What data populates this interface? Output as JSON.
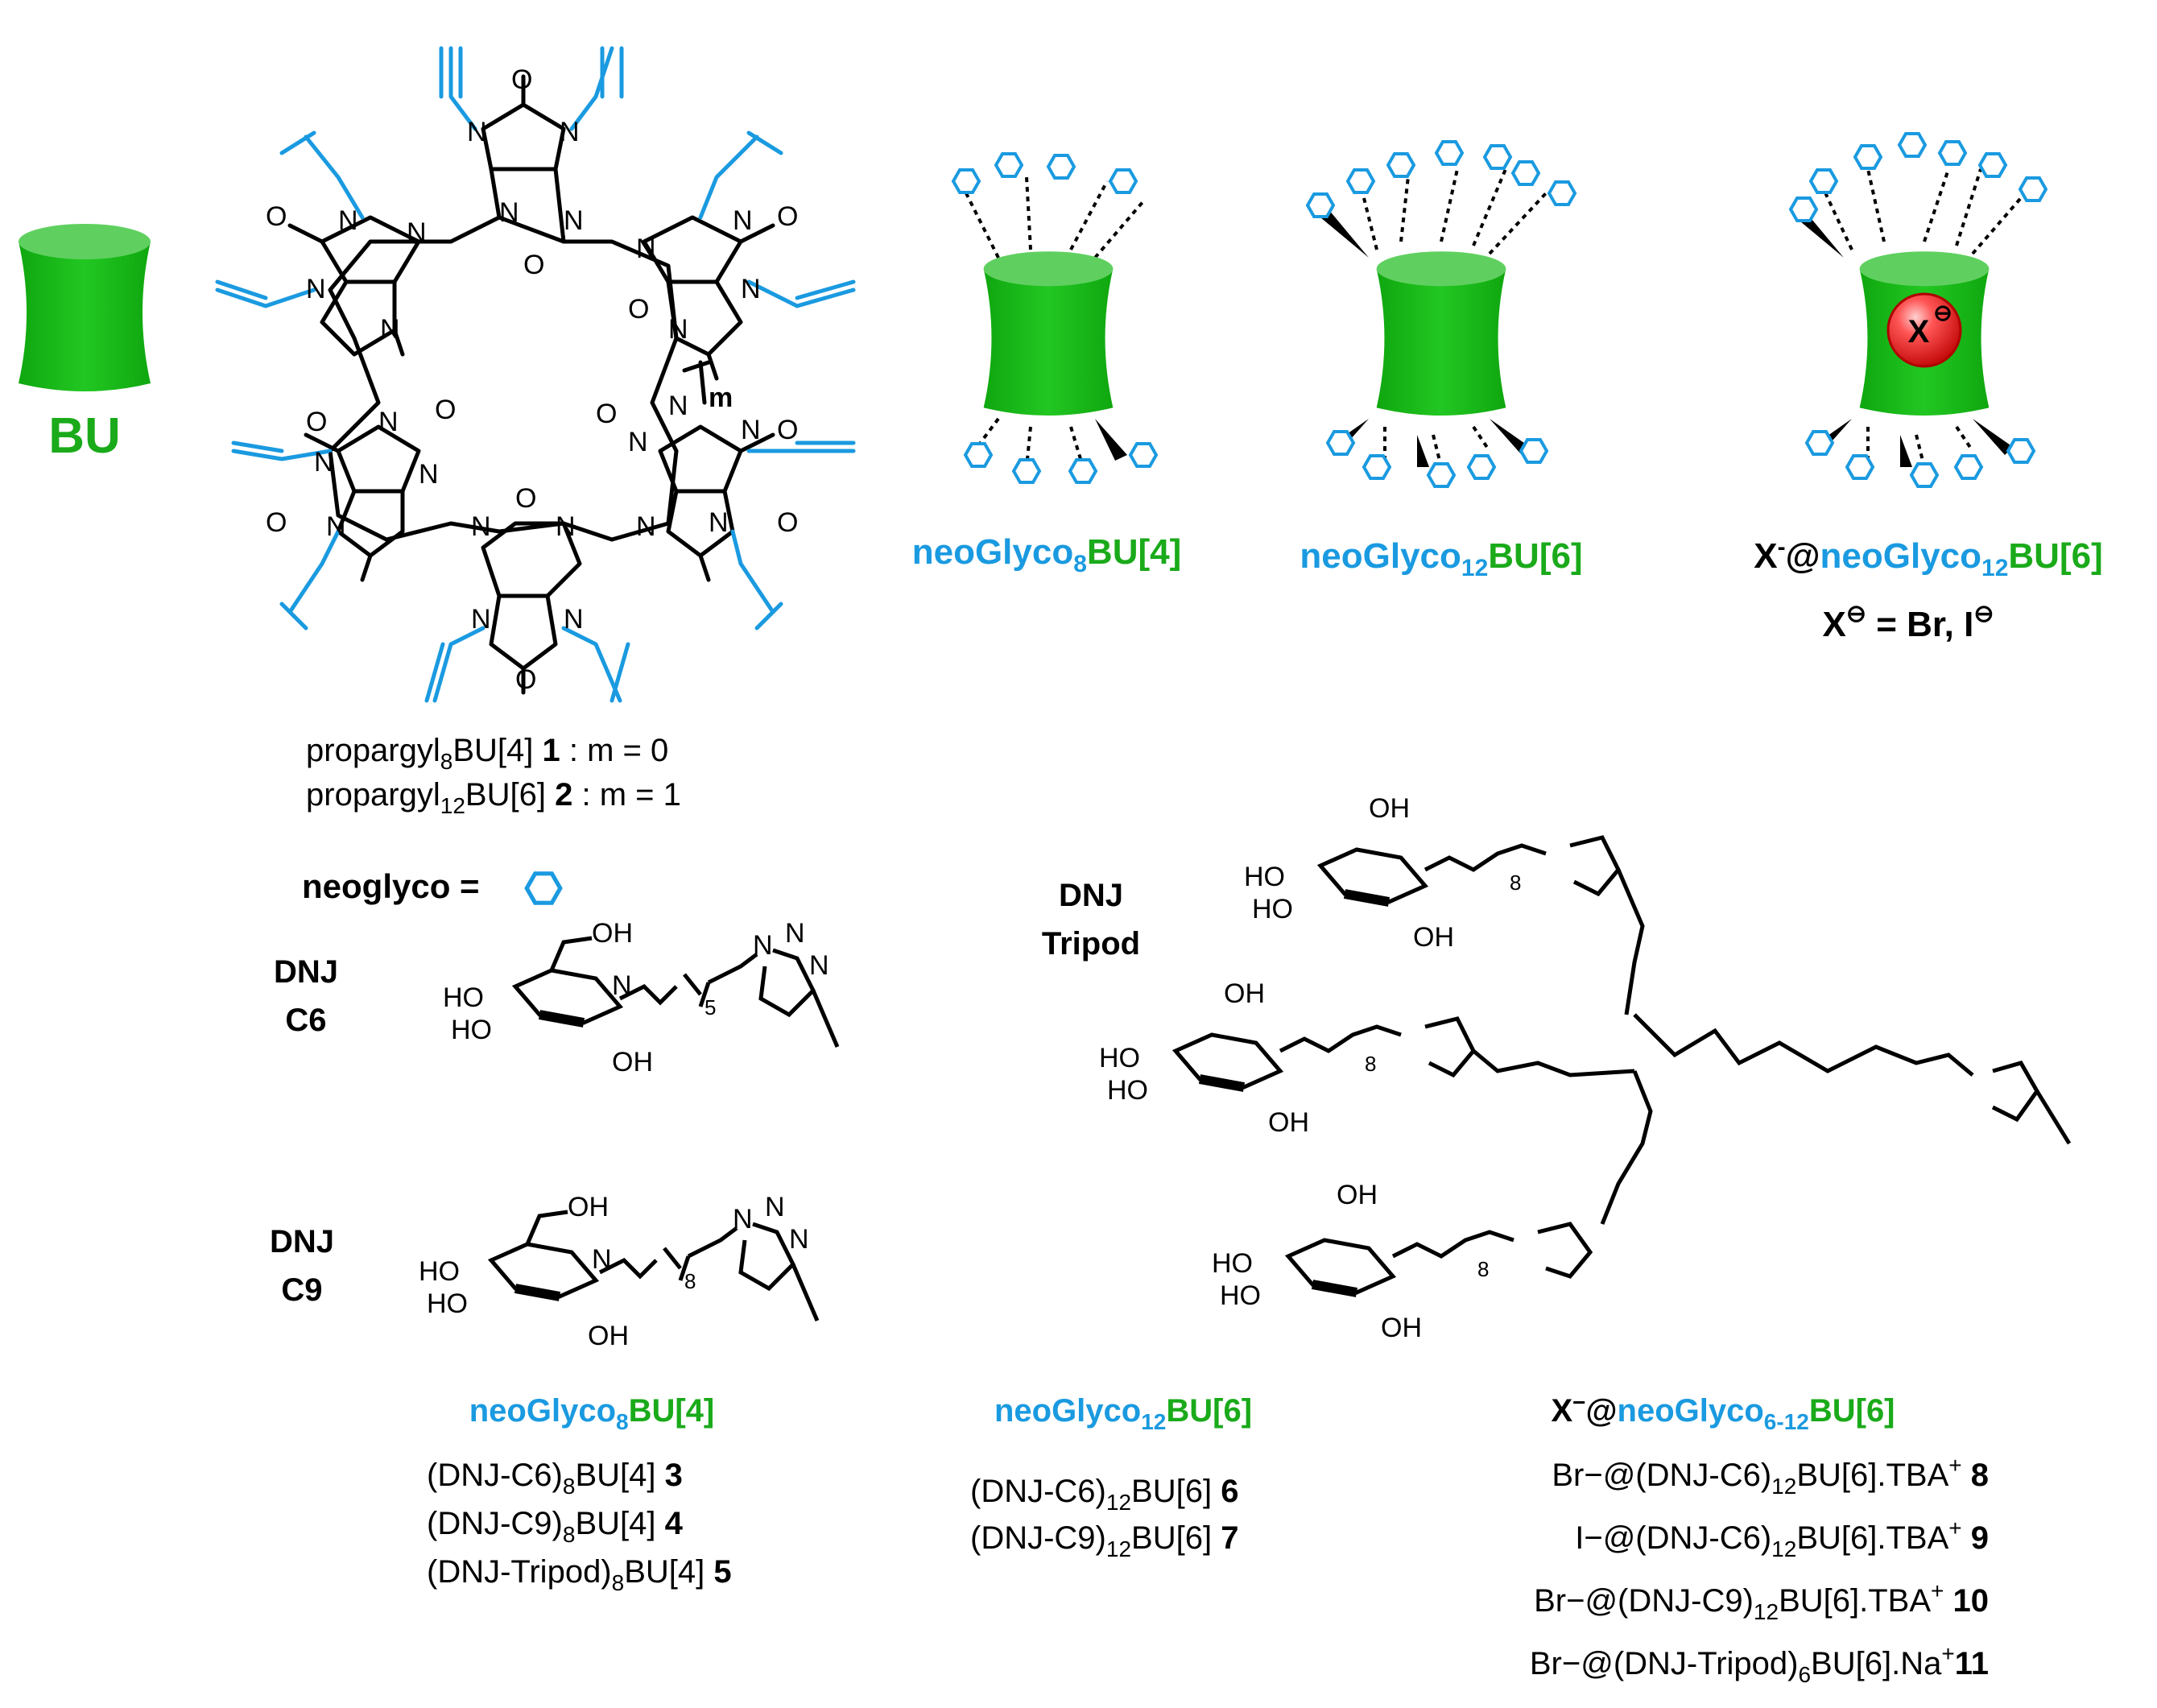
{
  "colors": {
    "green": "#1aaa1a",
    "barrel_dark": "#11bb11",
    "barrel_top": "#55cc55",
    "blue": "#1a9ae0",
    "ion_red": "#e41b1b",
    "ink": "#000000"
  },
  "bu": {
    "label": "BU"
  },
  "macrocycle": {
    "m_label": "m",
    "atoms": {
      "N": "N",
      "O": "O"
    },
    "caption1": {
      "name": "propargyl",
      "sub": "8",
      "rest": "BU[4]",
      "num": "1",
      "cond": ": m = 0"
    },
    "caption2": {
      "name": "propargyl",
      "sub": "12",
      "rest": "BU[6]",
      "num": "2",
      "cond": ":  m = 1"
    }
  },
  "structures": {
    "s1": {
      "prefix": "neoGlyco",
      "sub": "8",
      "suffix": "BU[4]"
    },
    "s2": {
      "prefix": "neoGlyco",
      "sub": "12",
      "suffix": "BU[6]"
    },
    "s3": {
      "ion": "X",
      "ion_sup": "-",
      "at": "@",
      "prefix": "neoGlyco",
      "sub": "12",
      "suffix": "BU[6]",
      "ion_text": "X",
      "eq": "X",
      "eq_rest": " = Br,",
      "eq_i": "I",
      "minus": "⊖"
    }
  },
  "legend": {
    "label": "neoglyco ="
  },
  "ligands": {
    "c6": {
      "line1": "DNJ",
      "line2": "C6",
      "sub": "5"
    },
    "c9": {
      "line1": "DNJ",
      "line2": "C9",
      "sub": "8"
    },
    "tripod": {
      "line1": "DNJ",
      "line2": "Tripod",
      "sub": "8"
    },
    "atoms": {
      "OH": "OH",
      "HO": "HO",
      "N": "N"
    }
  },
  "compounds": {
    "col1": {
      "title": {
        "prefix": "neoGlyco",
        "sub": "8",
        "suffix": "BU[4]"
      },
      "items": [
        {
          "a": "(DNJ-C6)",
          "sub": "8",
          "b": "BU[4] ",
          "num": "3"
        },
        {
          "a": "(DNJ-C9)",
          "sub": "8",
          "b": "BU[4] ",
          "num": "4"
        },
        {
          "a": "(DNJ-Tripod)",
          "sub": "8",
          "b": "BU[4] ",
          "num": "5"
        }
      ]
    },
    "col2": {
      "title": {
        "prefix": "neoGlyco",
        "sub": "12",
        "suffix": "BU[6]"
      },
      "items": [
        {
          "a": "(DNJ-C6)",
          "sub": "12",
          "b": "BU[6] ",
          "num": "6"
        },
        {
          "a": "(DNJ-C9)",
          "sub": "12",
          "b": "BU[6] ",
          "num": "7"
        }
      ]
    },
    "col3": {
      "title": {
        "ion": "X",
        "ion_sup": "−",
        "at": "@",
        "prefix": "neoGlyco",
        "sub": "6-12",
        "suffix": "BU[6]"
      },
      "items": [
        {
          "a": "Br−@(DNJ-C6)",
          "sub": "12",
          "b": "BU[6].TBA",
          "sup": "+",
          "num": " 8"
        },
        {
          "a": "I−@(DNJ-C6)",
          "sub": "12",
          "b": "BU[6].TBA",
          "sup": "+",
          "num": " 9"
        },
        {
          "a": "Br−@(DNJ-C9)",
          "sub": "12",
          "b": "BU[6].TBA",
          "sup": "+",
          "num": " 10"
        },
        {
          "a": "Br−@(DNJ-Tripod)",
          "sub": "6",
          "b": "BU[6].Na",
          "sup": "+",
          "num": "11"
        }
      ]
    }
  }
}
